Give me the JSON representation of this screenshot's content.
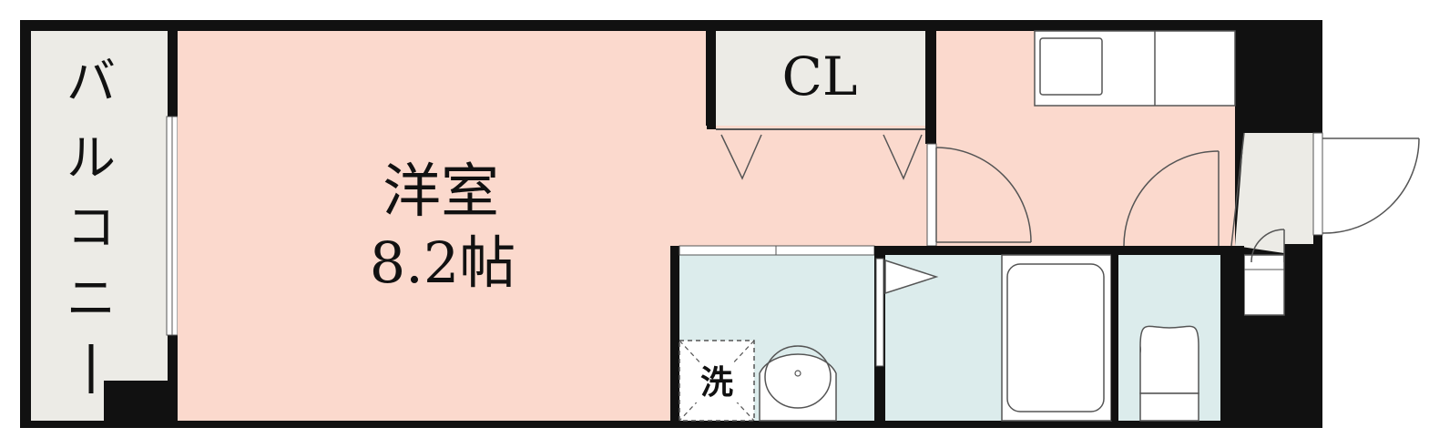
{
  "rooms": {
    "balcony": {
      "label_chars": [
        "バ",
        "ル",
        "コ",
        "ニ",
        "ー"
      ]
    },
    "western_room": {
      "name": "洋室",
      "size": "8.2帖"
    },
    "closet": {
      "label": "CL"
    },
    "washer": {
      "label": "洗"
    }
  },
  "colors": {
    "wall": "#111111",
    "room_floor": "#fbd9cd",
    "wet_area": "#dcecec",
    "balcony_floor": "#ecebe6",
    "closet_floor": "#ecebe6",
    "entrance_floor": "#ecebe6",
    "line": "#555555"
  }
}
